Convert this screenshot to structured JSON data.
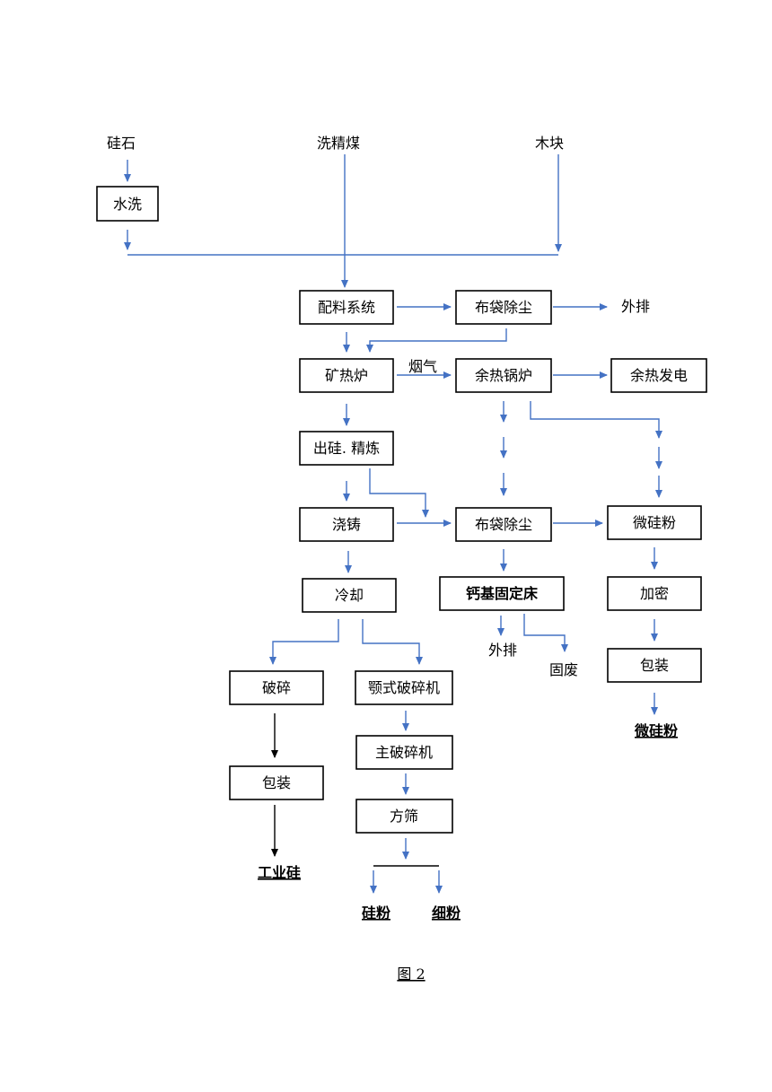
{
  "inputs": {
    "silica_stone": "硅石",
    "washed_coal": "洗精煤",
    "wood_chips": "木块"
  },
  "boxes": {
    "water_wash": "水洗",
    "batching": "配料系统",
    "baghouse_top": "布袋除尘",
    "furnace": "矿热炉",
    "waste_heat_boiler": "余热锅炉",
    "waste_heat_power": "余热发电",
    "tapping_refining": "出硅. 精炼",
    "casting": "浇铸",
    "baghouse_mid": "布袋除尘",
    "micro_silica": "微硅粉",
    "cooling": "冷却",
    "calcium_fixed_bed": "钙基固定床",
    "densify": "加密",
    "crushing": "破碎",
    "jaw_crusher": "颚式破碎机",
    "packing_right": "包装",
    "main_crusher": "主破碎机",
    "packing_left": "包装",
    "square_screen": "方筛"
  },
  "labels": {
    "emission_top": "外排",
    "flue_gas": "烟气",
    "emission_bottom": "外排",
    "solid_waste": "固废"
  },
  "products": {
    "industrial_silicon": "工业硅",
    "silicon_powder": "硅粉",
    "fine_powder": "细粉",
    "micro_silica_product": "微硅粉"
  },
  "caption": "图 2",
  "colors": {
    "flow_blue": "#4472c4",
    "flow_black": "#000000"
  }
}
